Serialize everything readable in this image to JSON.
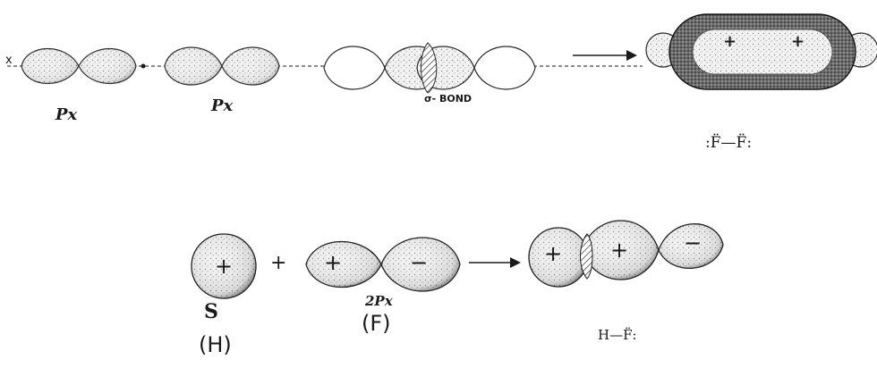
{
  "diagram": {
    "row1": {
      "orbital_label_1": "Px",
      "orbital_label_2": "Px",
      "overlap_label": "σ- BOND",
      "axis_mark_x": "x",
      "lobe_sign_1": "+",
      "lobe_sign_2": "+",
      "result_formula": ":F̈—F̈:"
    },
    "row2": {
      "s_sign": "+",
      "plus_operator": "+",
      "p_sign_pos": "+",
      "p_sign_neg": "−",
      "s_label": "S",
      "h_label": "(H)",
      "p_sublabel": "2Px",
      "f_label": "(F)",
      "hf_sign_left": "+",
      "hf_sign_mid": "+",
      "hf_sign_neg": "−",
      "result_formula": "H—F̈:"
    }
  },
  "colors": {
    "ink": "#1a1a1a",
    "speckle": "#d6d6d6",
    "shade_dark": "#3a3a3a",
    "molecule_gray": "#8a8a8a"
  }
}
